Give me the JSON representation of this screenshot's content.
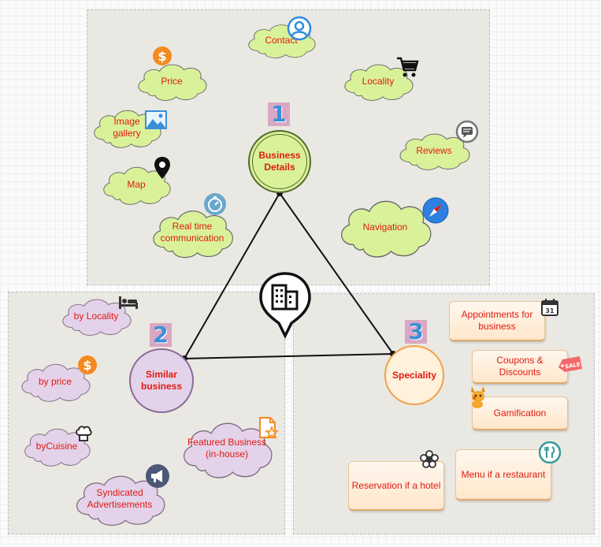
{
  "sections": {
    "business_details": {
      "number": "1",
      "title": "Business Details",
      "nodes": {
        "contact": "Contact",
        "price": "Price",
        "locality": "Locality",
        "image_gallery": "Image gallery",
        "reviews": "Reviews",
        "map": "Map",
        "real_time": "Real time communication",
        "navigation": "Navigation"
      }
    },
    "similar_business": {
      "number": "2",
      "title": "Similar business",
      "nodes": {
        "by_locality": "by Locality",
        "by_price": "by price",
        "by_cuisine": "byCuisine",
        "featured": "Featured Business (in-house)",
        "syndicated": "Syndicated Advertisements"
      }
    },
    "speciality": {
      "number": "3",
      "title": "Speciality",
      "nodes": {
        "appointments": "Appointments for business",
        "coupons": "Coupons & Discounts",
        "gamification": "Gamification",
        "reservation": "Reservation if a hotel",
        "menu": "Menu if a restaurant"
      }
    }
  },
  "icons": {
    "contact": "person-circle-icon",
    "price": "dollar-circle-icon",
    "locality": "shopping-cart-icon",
    "image_gallery": "landscape-image-icon",
    "reviews": "chat-bubble-icon",
    "map": "map-pin-icon",
    "real_time": "stopwatch-icon",
    "navigation": "compass-icon",
    "center": "building-pin-icon",
    "by_locality": "bed-icon",
    "by_price": "dollar-circle-icon",
    "by_cuisine": "chef-hat-icon",
    "featured": "document-star-icon",
    "syndicated": "megaphone-icon",
    "appointments": "calendar-icon",
    "coupons": "sale-tag-icon",
    "gamification": "pokemon-icon",
    "reservation": "flower-icon",
    "menu": "fork-knife-icon"
  },
  "colors": {
    "green_cloud": "#d9f29a",
    "purple_cloud": "#e4d2ea",
    "orange_box": "#ffe7cc",
    "label_red": "#e01a10",
    "number_box": "#d9a7c4",
    "number_text": "#3a8fd8"
  }
}
